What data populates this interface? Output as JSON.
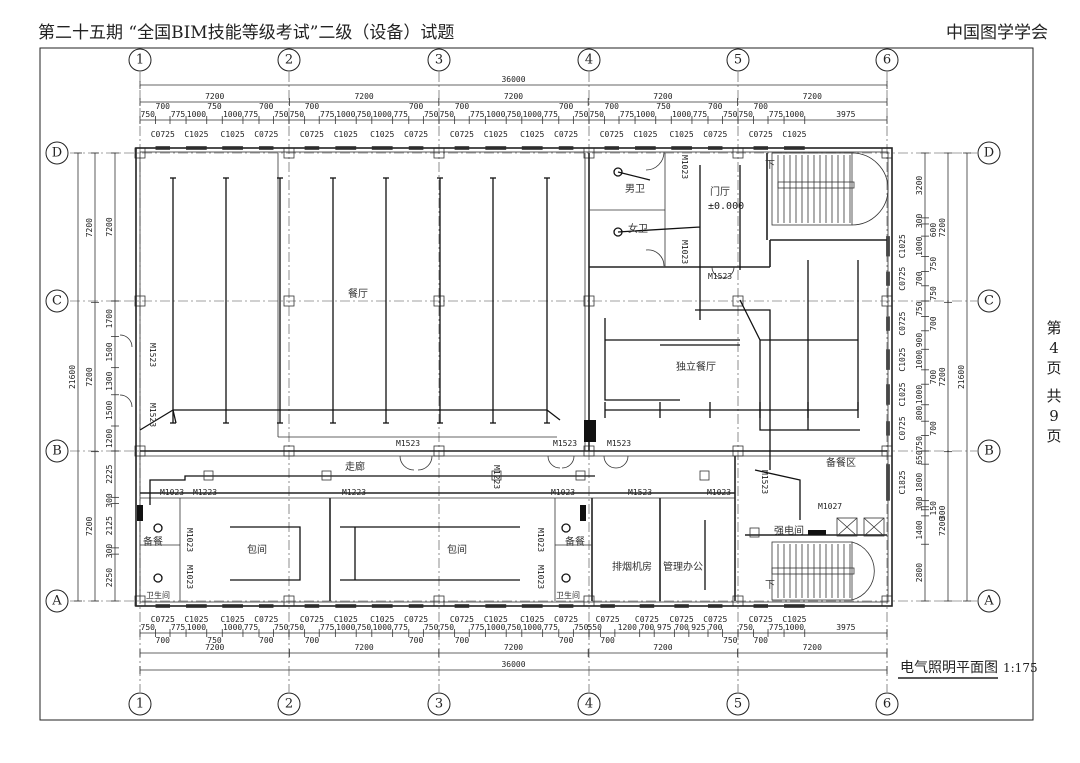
{
  "header": {
    "title": "第二十五期 “全国BIM技能等级考试”二级（设备）试题",
    "org": "中国图学学会"
  },
  "page_marker": {
    "di": "第",
    "num": "4",
    "ye": "页",
    "gong": "共",
    "total": "9",
    "ye2": "页"
  },
  "axes": {
    "columns": [
      "1",
      "2",
      "3",
      "4",
      "5",
      "6"
    ],
    "rows": [
      "D",
      "C",
      "B",
      "A"
    ]
  },
  "dims": {
    "top": {
      "total": "36000",
      "bays": [
        "7200",
        "7200",
        "7200",
        "7200",
        "7200"
      ],
      "details": [
        [
          "750",
          "700",
          "775",
          "1000",
          "750",
          "1000",
          "775",
          "700",
          "750"
        ],
        [
          "750",
          "700",
          "775",
          "1000",
          "750",
          "1000",
          "775",
          "700",
          "750"
        ],
        [
          "750",
          "700",
          "775",
          "1000",
          "750",
          "1000",
          "775",
          "700",
          "750"
        ],
        [
          "750",
          "700",
          "775",
          "1000",
          "750",
          "1000",
          "775",
          "700",
          "750"
        ],
        [
          "750",
          "700",
          "775",
          "1000",
          "3975"
        ]
      ],
      "windows": [
        [
          "C0725",
          "C1025",
          "C1025",
          "C0725"
        ],
        [
          "C0725",
          "C1025",
          "C1025",
          "C0725"
        ],
        [
          "C0725",
          "C1025",
          "C1025",
          "C0725"
        ],
        [
          "C0725",
          "C1025",
          "C1025",
          "C0725"
        ],
        [
          "C0725",
          "C1025"
        ]
      ]
    },
    "bottom": {
      "total": "36000",
      "bays": [
        "7200",
        "7200",
        "7200",
        "7200",
        "7200"
      ],
      "details": [
        [
          "750",
          "700",
          "775",
          "1000",
          "750",
          "1000",
          "775",
          "700",
          "750"
        ],
        [
          "750",
          "700",
          "775",
          "1000",
          "750",
          "1000",
          "775",
          "700",
          "750"
        ],
        [
          "750",
          "700",
          "775",
          "1000",
          "750",
          "1000",
          "775",
          "700",
          "750"
        ],
        [
          "550",
          "700",
          "1200",
          "700",
          "975",
          "700",
          "925",
          "700",
          "750"
        ],
        [
          "750",
          "700",
          "775",
          "1000",
          "3975"
        ]
      ],
      "windows": [
        [
          "C0725",
          "C1025",
          "C1025",
          "C0725"
        ],
        [
          "C0725",
          "C1025",
          "C1025",
          "C0725"
        ],
        [
          "C0725",
          "C1025",
          "C1025",
          "C0725"
        ],
        [
          "C0725",
          "C0725",
          "C0725",
          "C0725"
        ],
        [
          "C0725",
          "C1025"
        ]
      ]
    },
    "left": {
      "total": "21600",
      "bays": [
        "7200",
        "7200",
        "7200"
      ],
      "details": [
        [
          "7200"
        ],
        [
          "1700",
          "1500",
          "1300",
          "1500",
          "1200"
        ],
        [
          "2225",
          "300",
          "2125",
          "300",
          "2250"
        ]
      ]
    },
    "right": {
      "total": "21600",
      "bays": [
        "7200",
        "7200",
        "7200"
      ],
      "details": [
        [
          "3200",
          "300",
          "600",
          "1000",
          "750",
          "700",
          "750"
        ],
        [
          "750",
          "700",
          "900",
          "1000",
          "700",
          "1000",
          "800",
          "700",
          "750"
        ],
        [
          "650",
          "1800",
          "300",
          "150",
          "300",
          "1400",
          "2800"
        ]
      ],
      "windows": [
        [
          "C1025",
          "C0725"
        ],
        [
          "C0725",
          "C1025",
          "C1025",
          "C0725"
        ],
        [
          "C1825"
        ]
      ]
    }
  },
  "rooms": {
    "dining_hall": "餐厅",
    "private_dining": "独立餐厅",
    "mens_wc": "男卫",
    "womens_wc": "女卫",
    "lobby": "门厅",
    "elevation": "±0.000",
    "corridor": "走廊",
    "private_room_1": "包间",
    "private_room_2": "包间",
    "pantry_1": "备餐",
    "pantry_2": "备餐",
    "toilet_1": "卫生间",
    "toilet_2": "卫生间",
    "machine_room": "排烟机房",
    "office": "管理办公",
    "prep_area": "备餐区",
    "electrical_room": "强电间",
    "stair_down_1": "下",
    "stair_down_2": "下"
  },
  "doors": [
    "M1523",
    "M1523",
    "M1523",
    "M1523",
    "M1523",
    "M1523",
    "M1023",
    "M1023",
    "M1023",
    "M1223",
    "M1223",
    "M1223",
    "M1023",
    "M1523",
    "M1023",
    "M1523",
    "M1027",
    "M1023",
    "M1023",
    "M1023",
    "M1023"
  ],
  "drawing": {
    "title": "电气照明平面图",
    "scale": "1:175"
  }
}
